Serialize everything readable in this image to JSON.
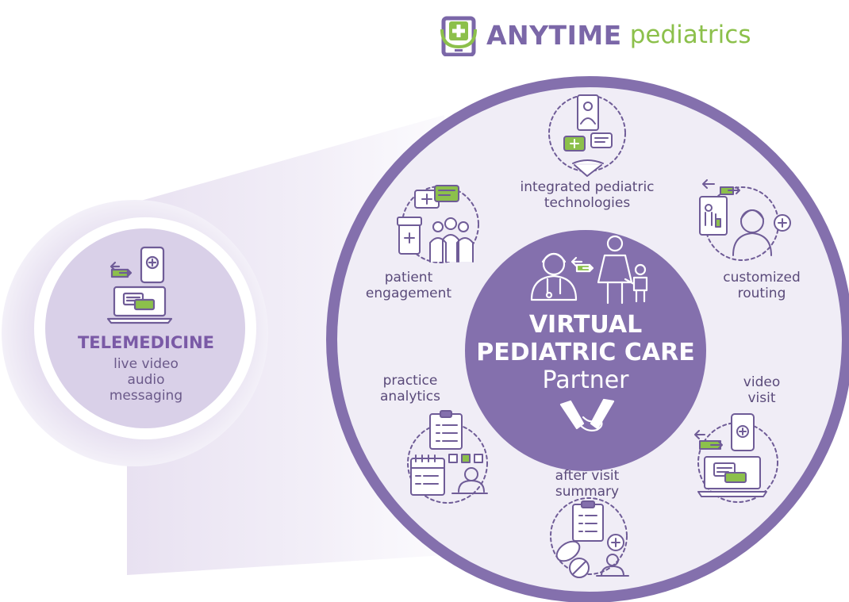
{
  "brand": {
    "name_bold": "ANYTIME",
    "name_light": "pediatrics"
  },
  "telemedicine": {
    "title": "TELEMEDICINE",
    "lines": [
      "live video",
      "audio",
      "messaging"
    ]
  },
  "center": {
    "title_line1": "VIRTUAL",
    "title_line2": "PEDIATRIC CARE",
    "subtitle": "Partner"
  },
  "features": [
    {
      "id": "integrated",
      "lines": [
        "integrated pediatric",
        "technologies"
      ]
    },
    {
      "id": "routing",
      "lines": [
        "customized",
        "routing"
      ]
    },
    {
      "id": "video",
      "lines": [
        "video",
        "visit"
      ]
    },
    {
      "id": "after-visit",
      "lines": [
        "after visit",
        "summary"
      ]
    },
    {
      "id": "analytics",
      "lines": [
        "practice",
        "analytics"
      ]
    },
    {
      "id": "engagement",
      "lines": [
        "patient",
        "engagement"
      ]
    }
  ],
  "colors": {
    "purple_dark": "#7b67a8",
    "purple_ring": "#8470ad",
    "purple_light": "#efebf5",
    "green": "#8cc04b",
    "icon_line": "#6f5c97"
  }
}
